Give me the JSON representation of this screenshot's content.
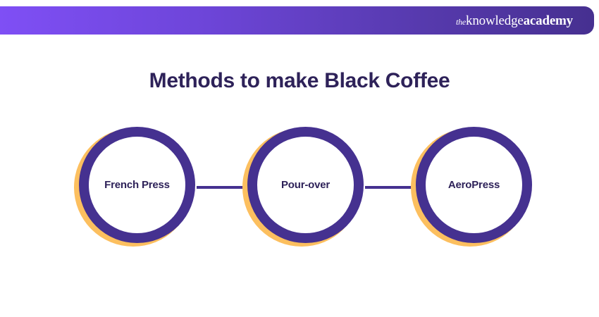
{
  "header": {
    "brand": {
      "prefix": "the",
      "mid": "knowledge",
      "suffix": "academy"
    },
    "gradient_start": "#7f4ff5",
    "gradient_end": "#463090"
  },
  "title": "Methods to make Black Coffee",
  "colors": {
    "ring": "#453190",
    "shadow_ring": "#fcbf5f",
    "text": "#2e2259",
    "background": "#ffffff",
    "connector": "#453190"
  },
  "diagram": {
    "type": "linear-process",
    "nodes": [
      {
        "label": "French Press"
      },
      {
        "label": "Pour-over"
      },
      {
        "label": "AeroPress"
      }
    ]
  }
}
